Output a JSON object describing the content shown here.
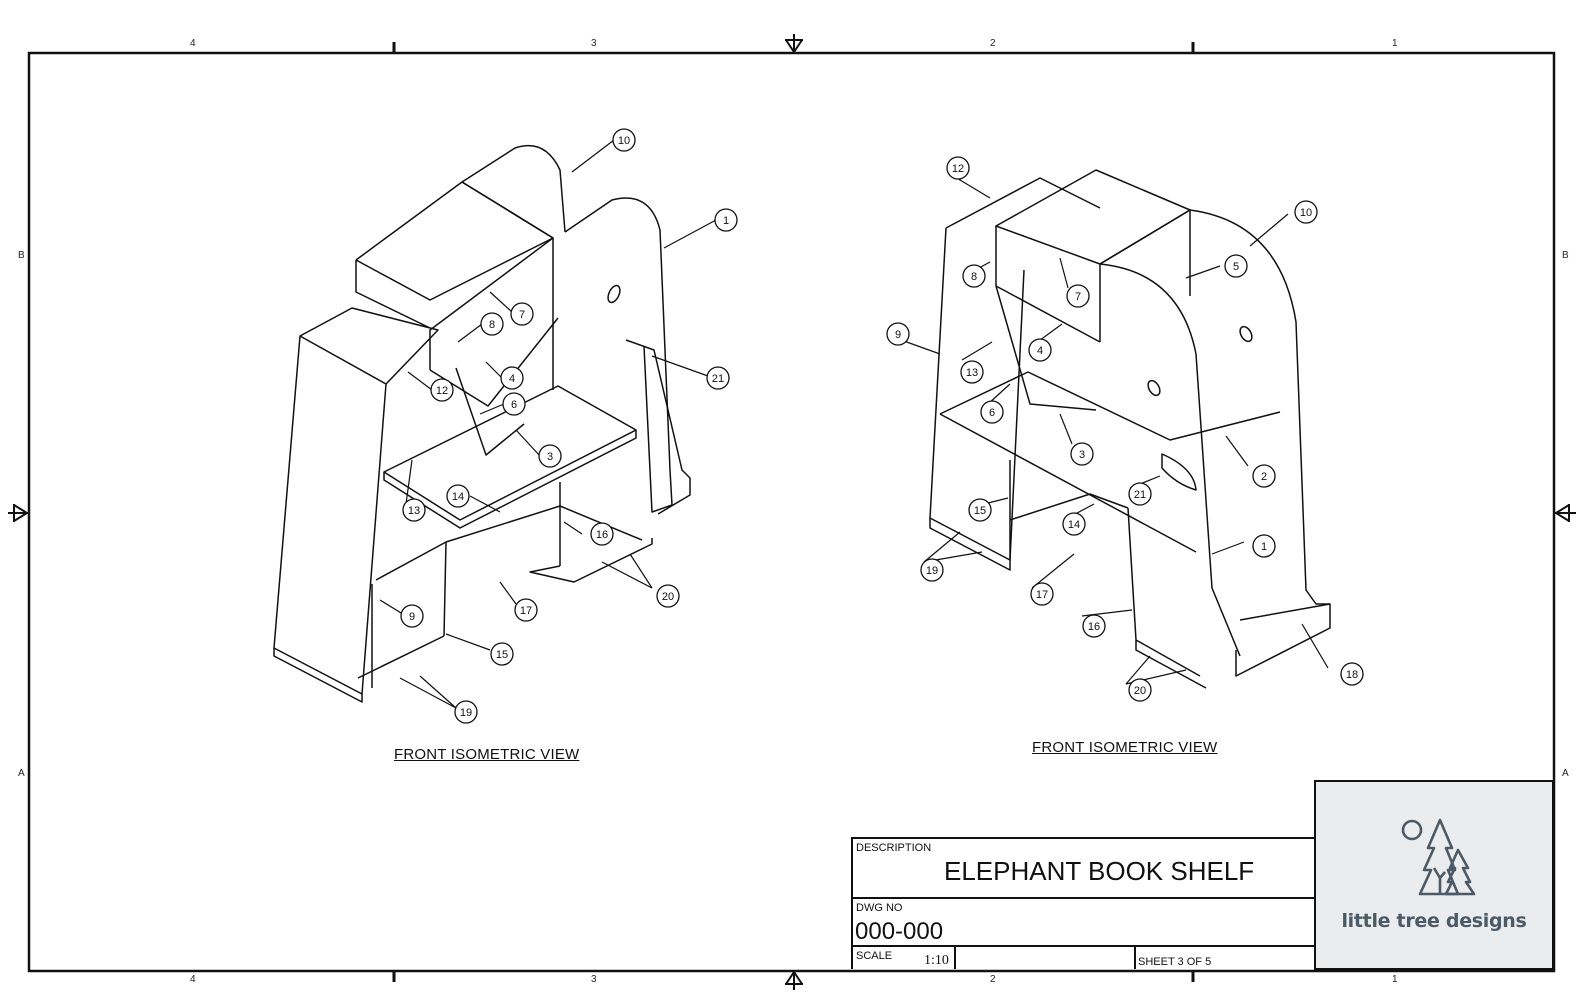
{
  "zones": {
    "columns": [
      "4",
      "3",
      "2",
      "1"
    ],
    "rows": [
      "B",
      "A"
    ]
  },
  "views": {
    "left_title": "FRONT ISOMETRIC VIEW",
    "right_title": "FRONT ISOMETRIC VIEW",
    "left_balloons": [
      "10",
      "1",
      "7",
      "8",
      "21",
      "4",
      "12",
      "6",
      "3",
      "13",
      "14",
      "16",
      "20",
      "9",
      "17",
      "15",
      "19"
    ],
    "right_balloons": [
      "12",
      "10",
      "5",
      "8",
      "7",
      "9",
      "4",
      "13",
      "6",
      "3",
      "2",
      "21",
      "15",
      "14",
      "1",
      "19",
      "17",
      "16",
      "18",
      "20"
    ]
  },
  "title_block": {
    "description_label": "DESCRIPTION",
    "description": "ELEPHANT BOOK SHELF",
    "dwg_no_label": "DWG NO",
    "dwg_no": "000-000",
    "scale_label": "SCALE",
    "scale": "1:10",
    "sheet_label": "SHEET",
    "sheet_number": "3",
    "of_label": "OF",
    "sheet_total": "5"
  },
  "logo": {
    "icon": "trees-and-sun-icon",
    "text": "little tree designs",
    "color": "#4a5a66",
    "background": "#ebeced"
  }
}
